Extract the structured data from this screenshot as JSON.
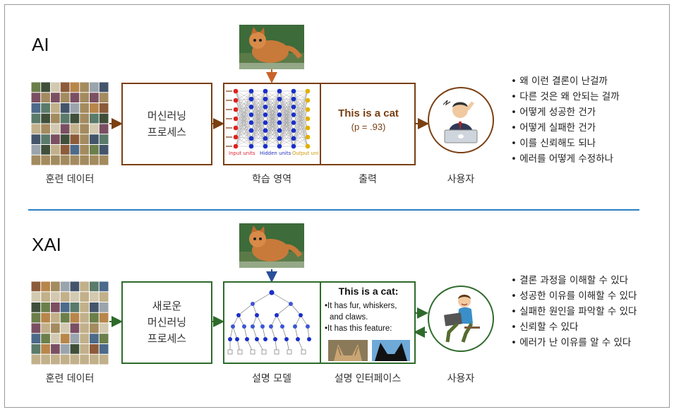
{
  "ai": {
    "title": "AI",
    "process_label": [
      "머신러닝",
      "프로세스"
    ],
    "output_title": "This is a cat",
    "output_prob": "(p = .93)",
    "labels": {
      "training": "훈련 데이터",
      "learn": "학습 영역",
      "output": "출력",
      "user": "사용자"
    },
    "bullets": [
      "왜 이런 결론이 난걸까",
      "다른 것은 왜 안되는 걸까",
      "어떻게 성공한 건가",
      "어떻게 실패한 건가",
      "이를 신뢰해도 되나",
      "에러를 어떻게 수정하나"
    ],
    "nn_labels": {
      "input": "Input units",
      "hidden": "Hidden units",
      "output": "Output units"
    },
    "color": "#7a3f12"
  },
  "xai": {
    "title": "XAI",
    "process_label": [
      "새로운",
      "머신러닝",
      "프로세스"
    ],
    "output_title": "This is a cat:",
    "output_lines": [
      "•It has fur, whiskers,",
      "and claws.",
      "•It has this feature:"
    ],
    "labels": {
      "training": "훈련 데이터",
      "model": "설명 모델",
      "interface": "설명 인터페이스",
      "user": "사용자"
    },
    "bullets": [
      "결론 과정을 이해할 수 있다",
      "성공한 이유를 이해할 수 있다",
      "실패한 원인을 파악할 수 있다",
      "신뢰할 수 있다",
      "에러가 난 이유를 알 수 있다"
    ],
    "color": "#2e6b2b"
  },
  "divider_color": "#2a7fc1"
}
